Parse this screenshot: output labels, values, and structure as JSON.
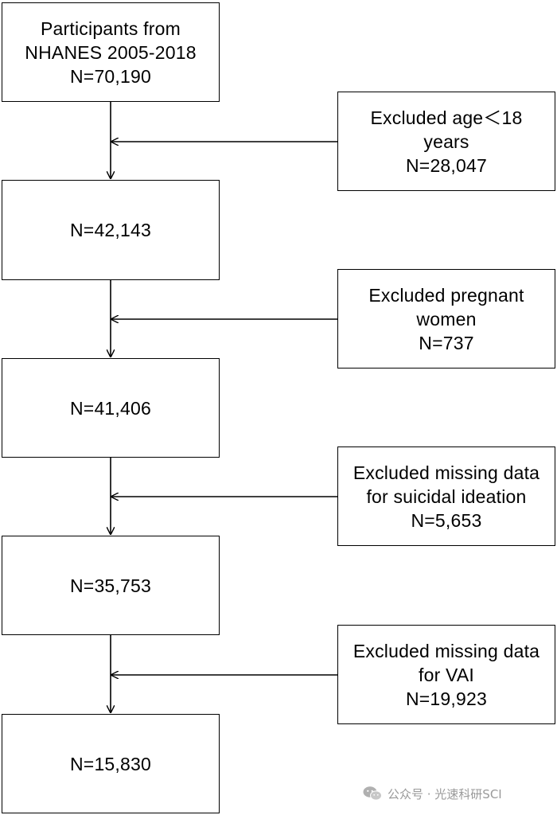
{
  "flowchart": {
    "main_boxes": [
      {
        "lines": [
          "Participants from",
          "NHANES 2005-2018",
          "N=70,190"
        ]
      },
      {
        "lines": [
          "N=42,143"
        ]
      },
      {
        "lines": [
          "N=41,406"
        ]
      },
      {
        "lines": [
          "N=35,753"
        ]
      },
      {
        "lines": [
          "N=15,830"
        ]
      }
    ],
    "exclusion_boxes": [
      {
        "lines": [
          "Excluded age＜18",
          "years",
          "N=28,047"
        ]
      },
      {
        "lines": [
          "Excluded pregnant",
          "women",
          "N=737"
        ]
      },
      {
        "lines": [
          "Excluded missing data",
          "for suicidal ideation",
          "N=5,653"
        ]
      },
      {
        "lines": [
          "Excluded missing data",
          "for VAI",
          "N=19,923"
        ]
      }
    ]
  },
  "watermark": {
    "icon": "wechat-icon",
    "text": "公众号 · 光速科研SCI"
  }
}
